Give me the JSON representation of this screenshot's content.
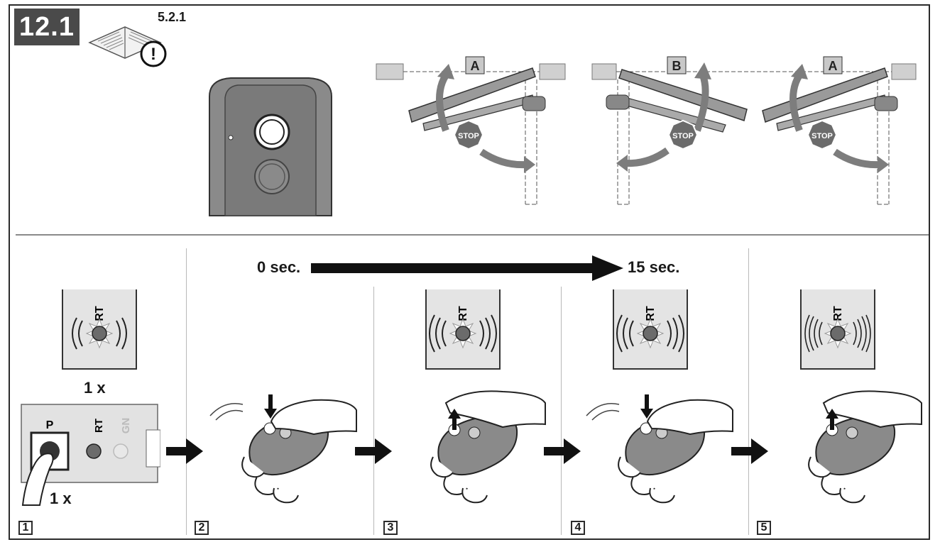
{
  "section": {
    "number": "12.1"
  },
  "reference": {
    "label": "5.2.1",
    "icon": "manual-warning-icon"
  },
  "gate_labels": {
    "a1": "A",
    "b": "B",
    "a2": "A",
    "stop": "STOP"
  },
  "timeline": {
    "start": "0 sec.",
    "end": "15 sec."
  },
  "led_label": "RT",
  "panel": {
    "button_label": "P",
    "led_red": "RT",
    "led_green": "GN",
    "press_count": "1 x"
  },
  "flash_count": "1 x",
  "steps": [
    "1",
    "2",
    "3",
    "4",
    "5"
  ],
  "colors": {
    "dark": "#4a4a4a",
    "mid": "#7d7d7d",
    "light": "#d6d6d6",
    "led": "#6b6b6b"
  }
}
